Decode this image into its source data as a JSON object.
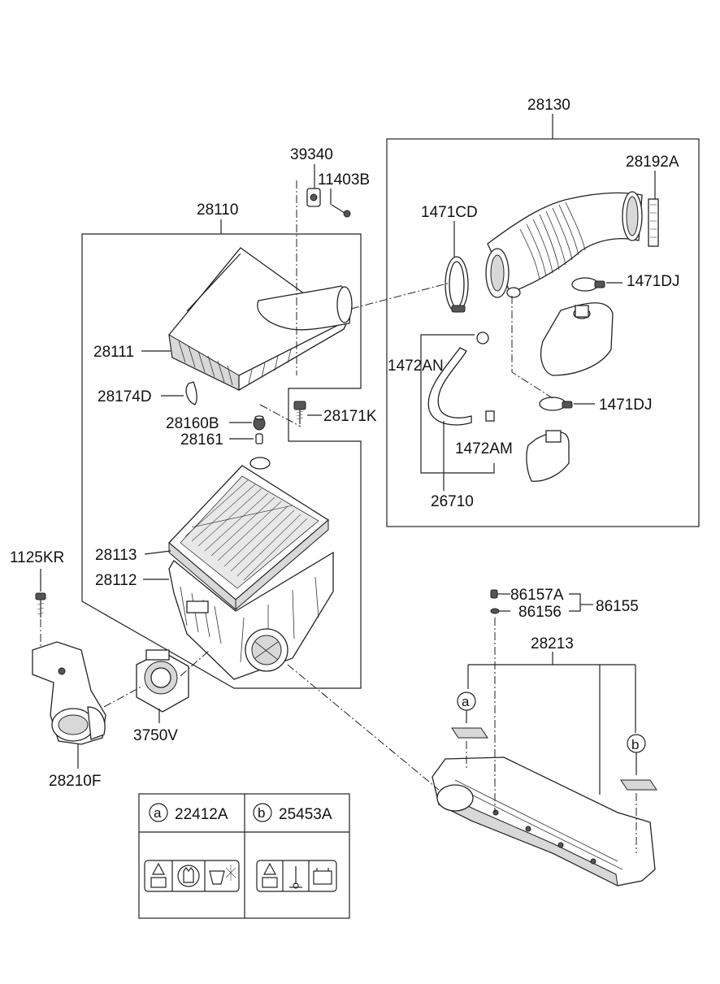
{
  "parts": {
    "p28130": "28130",
    "p28192A": "28192A",
    "p1471CD": "1471CD",
    "p1471DJ_top": "1471DJ",
    "p1471DJ_bottom": "1471DJ",
    "p1472AN": "1472AN",
    "p1472AM": "1472AM",
    "p26710": "26710",
    "p39340": "39340",
    "p11403B": "11403B",
    "p28110": "28110",
    "p28111": "28111",
    "p28174D": "28174D",
    "p28160B": "28160B",
    "p28171K": "28171K",
    "p28161": "28161",
    "p28113": "28113",
    "p28112": "28112",
    "p1125KR": "1125KR",
    "p3750V": "3750V",
    "p28210F": "28210F",
    "p86157A": "86157A",
    "p86156": "86156",
    "p86155": "86155",
    "p28213": "28213"
  },
  "callouts": {
    "a": "a",
    "b": "b"
  },
  "legend": {
    "a_letter": "a",
    "a_part": "22412A",
    "b_letter": "b",
    "b_part": "25453A"
  }
}
